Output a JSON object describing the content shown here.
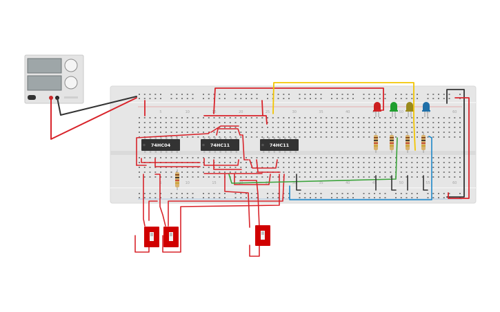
{
  "power_supply": {
    "readout_1": "",
    "readout_2": "",
    "knob_1_label": "",
    "knob_2_label": ""
  },
  "breadboard": {
    "column_numbers": [
      "5",
      "10",
      "15",
      "20",
      "25",
      "30",
      "35",
      "40",
      "45",
      "50",
      "55",
      "60"
    ]
  },
  "chips": [
    {
      "label": "74HC04"
    },
    {
      "label": "74HC11"
    },
    {
      "label": "74HC11"
    }
  ],
  "leds": [
    {
      "color": "#cc1f1f"
    },
    {
      "color": "#1f9e2e"
    },
    {
      "color": "#9a8a1c"
    },
    {
      "color": "#1f6fa8"
    }
  ],
  "switch_count": 3,
  "colors": {
    "wire_red": "#d8232a",
    "wire_black": "#333333",
    "wire_yellow": "#f2c500",
    "wire_green": "#3aa33a",
    "wire_blue": "#1e88c8",
    "board": "#e6e6e6",
    "chip": "#333333",
    "switch": "#d00000"
  }
}
